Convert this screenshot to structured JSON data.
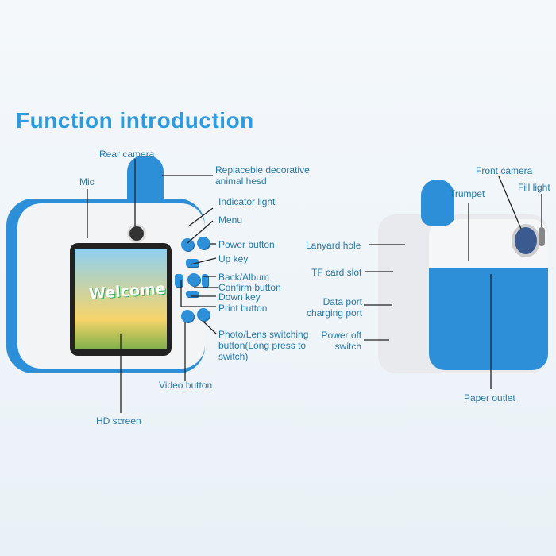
{
  "title": "Function introduction",
  "screen_text": "Welcome",
  "colors": {
    "accent": "#2c9be0",
    "label": "#2878a6",
    "body_blue": "#2d8fd8"
  },
  "labels": {
    "rear_camera": "Rear camera",
    "mic": "Mic",
    "animal_head": "Replaceble decorative animal hesd",
    "indicator_light": "Indicator light",
    "menu": "Menu",
    "power_button": "Power button",
    "up_key": "Up key",
    "back_album": "Back/Album",
    "confirm_button": "Confirm button",
    "down_key": "Down key",
    "print_button": "Print button",
    "photo_lens": "Photo/Lens switching button(Long press to switch)",
    "video_button": "Video button",
    "hd_screen": "HD screen",
    "front_camera": "Front camera",
    "trumpet": "Trumpet",
    "fill_light": "Fill light",
    "lanyard_hole": "Lanyard hole",
    "tf_card_slot": "TF card slot",
    "data_port": "Data port charging port",
    "power_off_switch": "Power off switch",
    "paper_outlet": "Paper outlet"
  }
}
